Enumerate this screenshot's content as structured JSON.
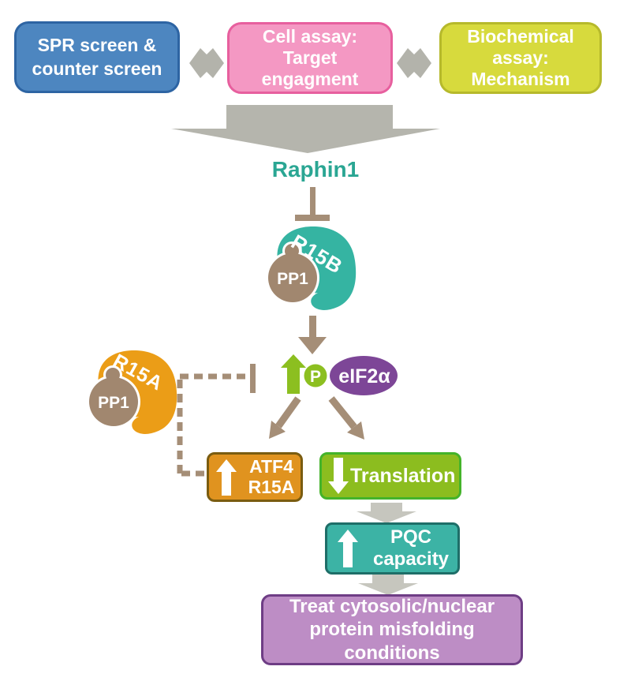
{
  "screening": {
    "spr": "SPR screen &\ncounter screen",
    "cell": "Cell assay:\nTarget\nengagment",
    "biochem": "Biochemical\nassay:\nMechanism"
  },
  "compound": "Raphin1",
  "complexes": {
    "r15b": "R15B",
    "r15a": "R15A",
    "pp1": "PP1"
  },
  "signaling": {
    "phospho": "P",
    "eif2a": "eIF2α"
  },
  "outcomes": {
    "atf4": "ATF4\nR15A",
    "translation": "Translation",
    "pqc": "PQC\ncapacity",
    "treatment": "Treat cytosolic/nuclear\nprotein misfolding\nconditions"
  },
  "colors": {
    "spr_blue": "#4d86c0",
    "cell_pink": "#f498c3",
    "biochem_yellow": "#d7da3d",
    "raphin_teal": "#2aa693",
    "r15b_teal": "#35b4a2",
    "r15a_orange": "#eb9d17",
    "pp1_brown": "#a1876f",
    "arrow_brown": "#a58e77",
    "arrow_gray": "#b5b5ad",
    "phospho_green": "#8cbf20",
    "eif2a_purple": "#7d4697",
    "atf4_orange": "#e0931f",
    "translation_green": "#8cbd1f",
    "pqc_teal": "#3cb3a5",
    "treatment_purple": "#bd8dc5"
  }
}
